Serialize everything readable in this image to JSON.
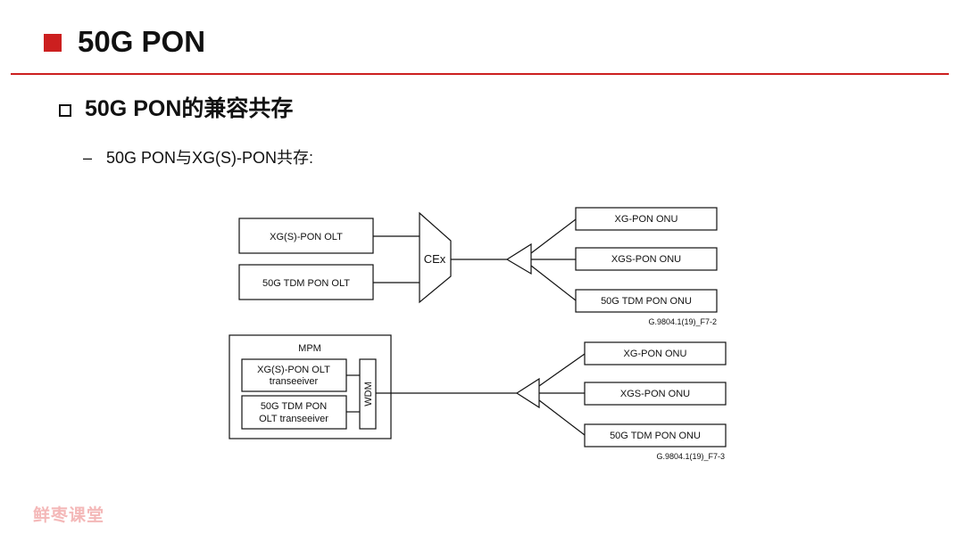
{
  "slide": {
    "title": "50G PON",
    "heading": "50G PON的兼容共存",
    "dash": "–",
    "subtext": "50G PON与XG(S)-PON共存:",
    "watermark": "鲜枣课堂"
  },
  "diagram1": {
    "olt_xgs": "XG(S)-PON OLT",
    "olt_50g": "50G TDM PON OLT",
    "cex": "CEx",
    "onu_xg": "XG-PON ONU",
    "onu_xgs": "XGS-PON ONU",
    "onu_50g": "50G TDM PON ONU",
    "ref": "G.9804.1(19)_F7-2"
  },
  "diagram2": {
    "mpm": "MPM",
    "trx_xgs_line1": "XG(S)-PON OLT",
    "trx_xgs_line2": "transeeiver",
    "trx_50g_line1": "50G TDM PON",
    "trx_50g_line2": "OLT transeeiver",
    "wdm": "WDM",
    "onu_xg": "XG-PON ONU",
    "onu_xgs": "XGS-PON ONU",
    "onu_50g": "50G TDM PON ONU",
    "ref": "G.9804.1(19)_F7-3"
  }
}
